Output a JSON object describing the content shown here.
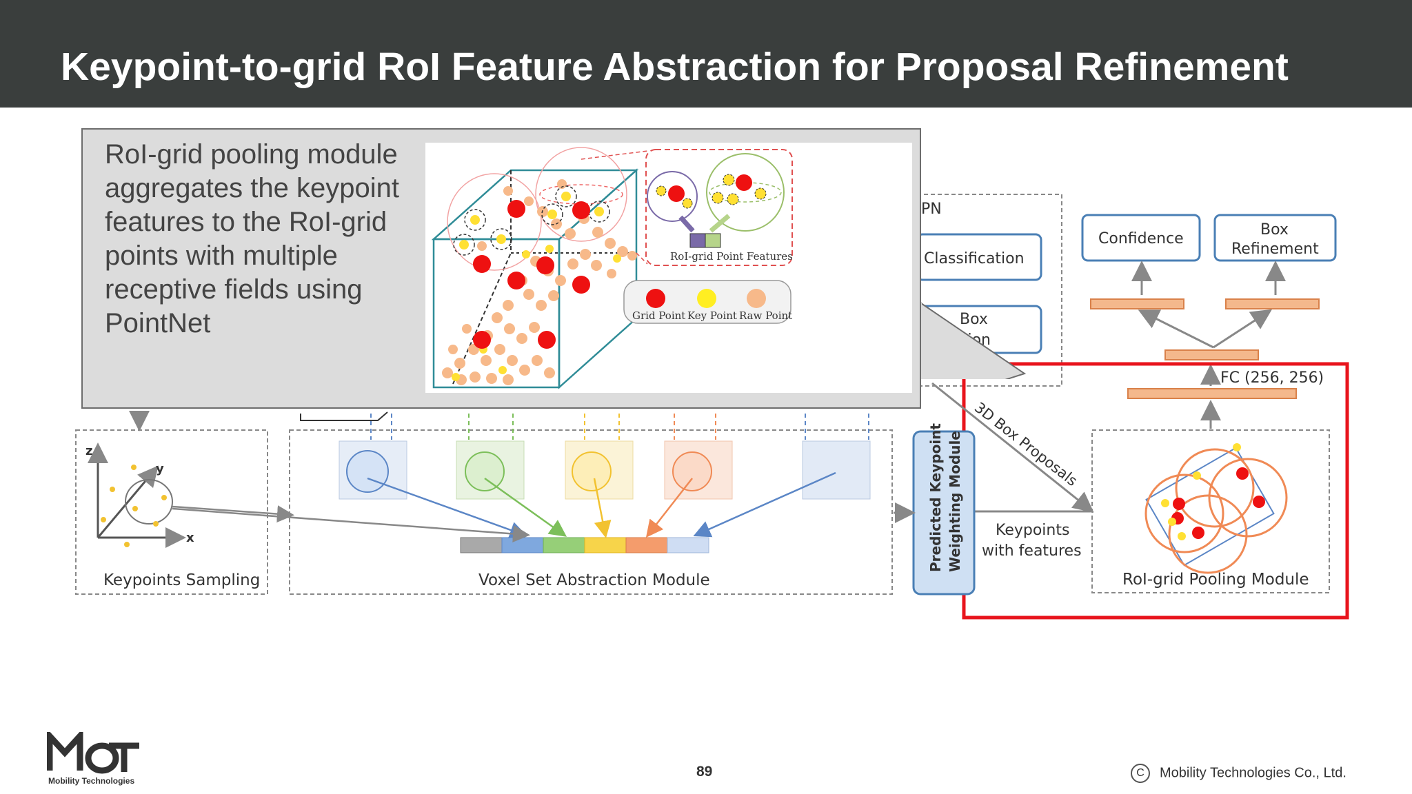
{
  "slide": {
    "title": "Keypoint-to-grid RoI Feature Abstraction for Proposal Refinement",
    "page_number": "89",
    "copyright": "Mobility Technologies Co., Ltd.",
    "logo_tagline": "Mobility Technologies"
  },
  "callout": {
    "lines": [
      "RoI-grid pooling module",
      "aggregates the keypoint",
      "features to the RoI-grid",
      "points with multiple",
      "receptive fields using",
      "PointNet"
    ]
  },
  "figure": {
    "features_caption": "RoI-grid Point Features",
    "legend": [
      {
        "label": "Grid Point",
        "color": "#ee1111"
      },
      {
        "label": "Key Point",
        "color": "#ffee22"
      },
      {
        "label": "Raw Point",
        "color": "#f7b98a"
      }
    ]
  },
  "diagram": {
    "rpn_label": "PN",
    "classification": "Classification",
    "box_regression": [
      "Box",
      "sion"
    ],
    "confidence": "Confidence",
    "box_refinement": [
      "Box",
      "Refinement"
    ],
    "fc_label": "FC (256, 256)",
    "proposals_label": "3D Box Proposals",
    "keypoints_features": [
      "Keypoints",
      "with features"
    ],
    "weighting_module": [
      "Predicted Keypoint",
      "Weighting Module"
    ],
    "keypoints_sampling": "Keypoints Sampling",
    "vsa_module": "Voxel Set Abstraction Module",
    "roi_pooling": "RoI-grid Pooling Module",
    "axes": {
      "x": "x",
      "y": "y",
      "z": "z"
    }
  },
  "colors": {
    "title_bar": "#3a3e3d",
    "highlight": "#e8141c",
    "box_blue": "#4a7fb5",
    "fc_orange": "#f4b88c"
  }
}
